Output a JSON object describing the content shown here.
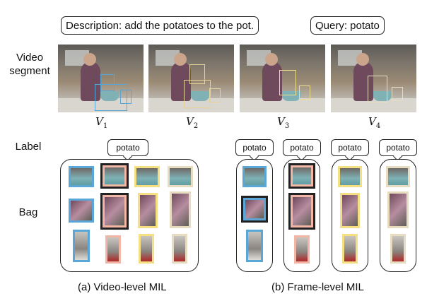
{
  "header": {
    "description": "Description: add the potatoes to the pot.",
    "query": "Query: potato"
  },
  "row_labels": {
    "video_segment": "Video segment",
    "label": "Label",
    "bag": "Bag"
  },
  "frames": [
    {
      "label": "V",
      "sub": "1",
      "box_color": "#5aa6d6"
    },
    {
      "label": "V",
      "sub": "2",
      "box_color": "#e5d19a"
    },
    {
      "label": "V",
      "sub": "3",
      "box_color": "#eedd8a"
    },
    {
      "label": "V",
      "sub": "4",
      "box_color": "#e8dcc0"
    }
  ],
  "label_text": "potato",
  "colors": {
    "blue": "#5aa6d6",
    "pink": "#f2b6a6",
    "yellow": "#f4df82",
    "beige": "#e8dcc0",
    "dark": "#222222"
  },
  "captions": {
    "video_level": "(a) Video-level MIL",
    "frame_level": "(b) Frame-level MIL"
  }
}
